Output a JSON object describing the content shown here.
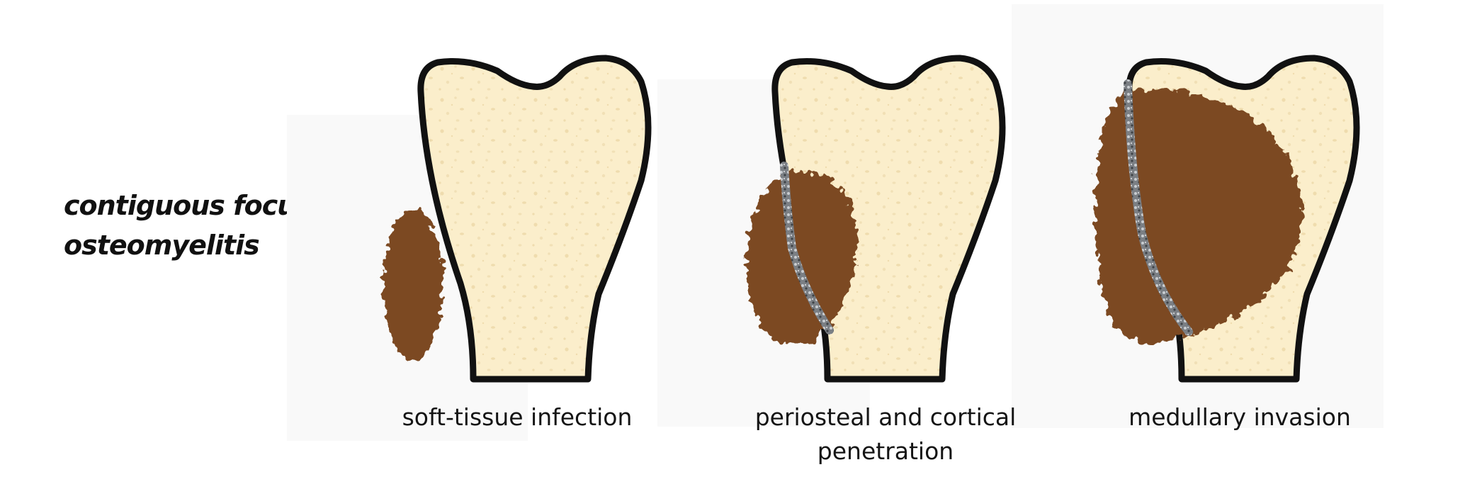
{
  "title": {
    "line1": "contiguous focus",
    "line2": "osteomyelitis"
  },
  "panels": [
    {
      "caption_lines": [
        "soft-tissue infection"
      ]
    },
    {
      "caption_lines": [
        "periosteal and cortical",
        "penetration"
      ]
    },
    {
      "caption_lines": [
        "medullary invasion"
      ]
    }
  ],
  "colors": {
    "bone_fill": "#fbeecb",
    "bone_outline": "#111111",
    "infection": "#7b4a22",
    "cortex_breach": "#6e7276",
    "panel_bg": "#f8f8f8"
  }
}
